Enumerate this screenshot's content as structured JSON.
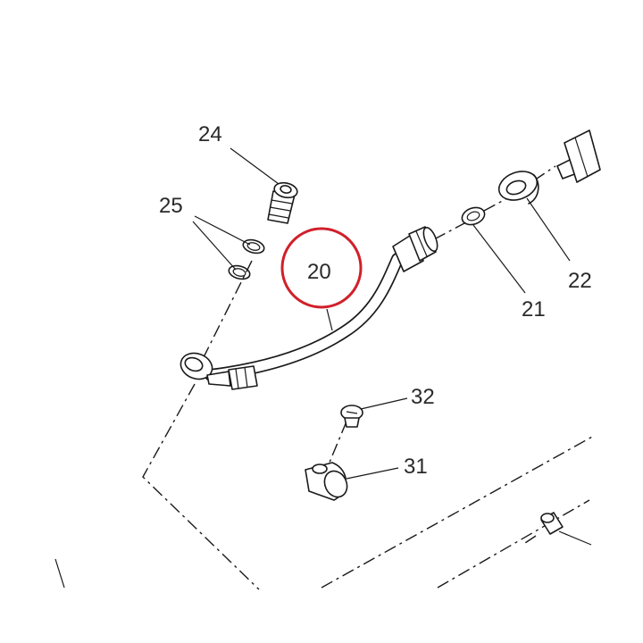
{
  "callouts": [
    {
      "id": "24",
      "text": "24"
    },
    {
      "id": "25",
      "text": "25"
    },
    {
      "id": "20",
      "text": "20"
    },
    {
      "id": "21",
      "text": "21"
    },
    {
      "id": "22",
      "text": "22"
    },
    {
      "id": "32",
      "text": "32"
    },
    {
      "id": "31",
      "text": "31"
    }
  ],
  "highlight": {
    "target": "20",
    "color": "#d0202a"
  },
  "colors": {
    "ink": "#1a1a1a",
    "label": "#2a2a2a",
    "background": "#ffffff"
  }
}
